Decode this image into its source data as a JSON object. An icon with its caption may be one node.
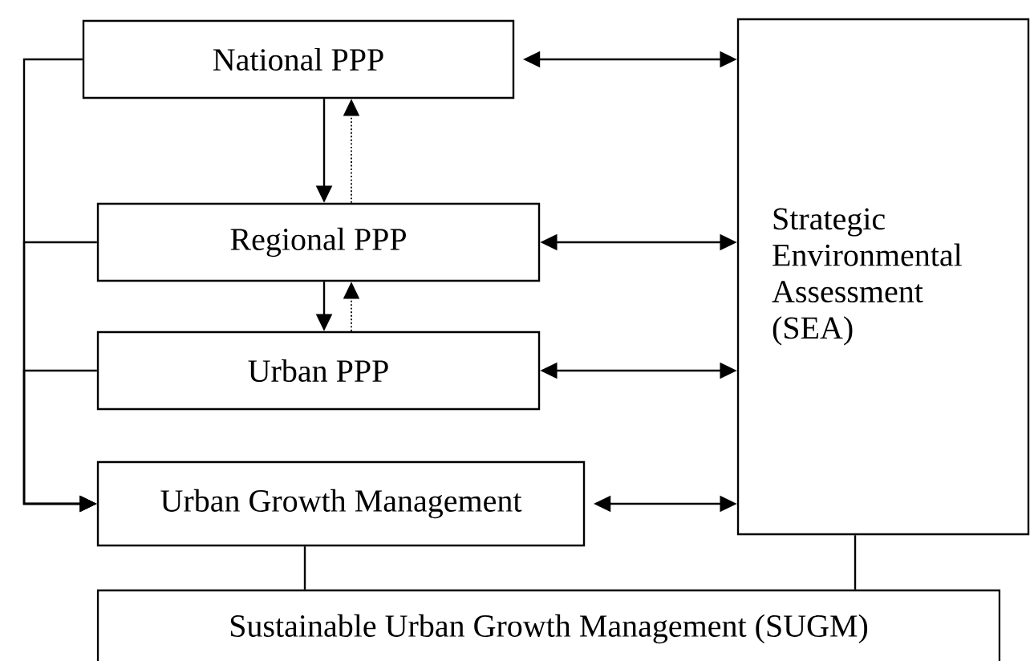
{
  "diagram": {
    "nodes": [
      {
        "text": [
          "National PPP"
        ]
      },
      {
        "text": [
          "Regional PPP"
        ]
      },
      {
        "text": [
          "Urban PPP"
        ]
      },
      {
        "text": [
          "Urban Growth Management"
        ]
      },
      {
        "text": [
          "Strategic Environmental Assessment (SEA)"
        ]
      },
      {
        "text": [
          "Sustainable Urban Growth Management (SUGM)"
        ]
      }
    ],
    "edges": [
      {
        "from": 0,
        "to": 1,
        "arrow": "to"
      },
      {
        "from": 1,
        "to": 0,
        "arrow": "to",
        "style": "dashed"
      },
      {
        "from": 1,
        "to": 2,
        "arrow": "to"
      },
      {
        "from": 2,
        "to": 1,
        "arrow": "to",
        "style": "dashed"
      },
      {
        "from": 0,
        "to": 4,
        "arrow": "both"
      },
      {
        "from": 1,
        "to": 4,
        "arrow": "both"
      },
      {
        "from": 2,
        "to": 4,
        "arrow": "both"
      },
      {
        "from": 3,
        "to": 4,
        "arrow": "both"
      },
      {
        "from": 0,
        "to": 3,
        "arrow": "to"
      },
      {
        "from": 1,
        "to": 3,
        "arrow": "to"
      },
      {
        "from": 2,
        "to": 3,
        "arrow": "to"
      },
      {
        "from": 3,
        "to": 5,
        "arrow": "none"
      },
      {
        "from": 4,
        "to": 5,
        "arrow": "none"
      }
    ]
  }
}
